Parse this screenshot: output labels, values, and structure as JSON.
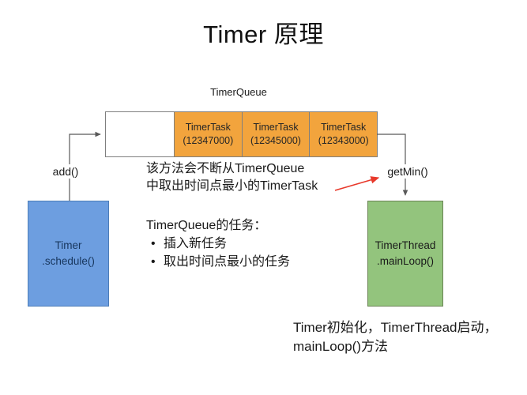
{
  "title": "Timer 原理",
  "queue": {
    "label": "TimerQueue",
    "tasks": [
      {
        "name": "TimerTask",
        "time": "(12347000)"
      },
      {
        "name": "TimerTask",
        "time": "(12345000)"
      },
      {
        "name": "TimerTask",
        "time": "(12343000)"
      }
    ]
  },
  "edges": {
    "add_label": "add()",
    "get_min_label": "getMin()"
  },
  "timer_box": {
    "line1": "Timer",
    "line2": ".schedule()"
  },
  "thread_box": {
    "line1": "TimerThread",
    "line2": ".mainLoop()"
  },
  "notes": {
    "get_min_note_line1": "该方法会不断从TimerQueue",
    "get_min_note_line2": "中取出时间点最小的TimerTask",
    "queue_tasks_heading": "TimerQueue的任务：",
    "bullet_char": "•",
    "queue_tasks_bullets": [
      "插入新任务",
      "取出时间点最小的任务"
    ],
    "bottom_note_line1": "Timer初始化，TimerThread启动，",
    "bottom_note_line2": "mainLoop()方法"
  },
  "colors": {
    "task_cell_orange": "#F2A43D",
    "timer_box_blue": "#6D9EE0",
    "timer_box_border": "#4C7DB8",
    "timer_box_text": "#17365D",
    "thread_box_green": "#93C47D",
    "thread_box_border": "#6B8455",
    "queue_border_gray": "#7F7F7F",
    "connector_gray": "#595959",
    "red_arrow": "#E8392B",
    "background": "#FFFFFF"
  }
}
